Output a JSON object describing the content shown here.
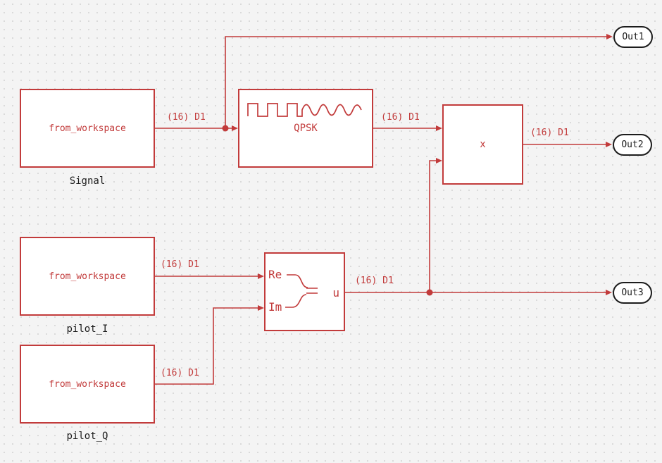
{
  "colors": {
    "accent": "#c23b3b",
    "outline": "#1c1c1c",
    "block_fill": "#ffffff",
    "background": "#f4f4f4"
  },
  "blocks": {
    "signal": {
      "text": "from_workspace",
      "caption": "Signal"
    },
    "pilot_i": {
      "text": "from_workspace",
      "caption": "pilot_I"
    },
    "pilot_q": {
      "text": "from_workspace",
      "caption": "pilot_Q"
    },
    "qpsk": {
      "label": "QPSK"
    },
    "product": {
      "label": "x"
    },
    "complex": {
      "port_re": "Re",
      "port_im": "Im",
      "port_u": "u"
    }
  },
  "outports": {
    "out1": "Out1",
    "out2": "Out2",
    "out3": "Out3"
  },
  "wire_labels": [
    {
      "text": "(16) D1"
    },
    {
      "text": "(16) D1"
    },
    {
      "text": "(16) D1"
    },
    {
      "text": "(16) D1"
    },
    {
      "text": "(16) D1"
    },
    {
      "text": "(16) D1"
    }
  ]
}
